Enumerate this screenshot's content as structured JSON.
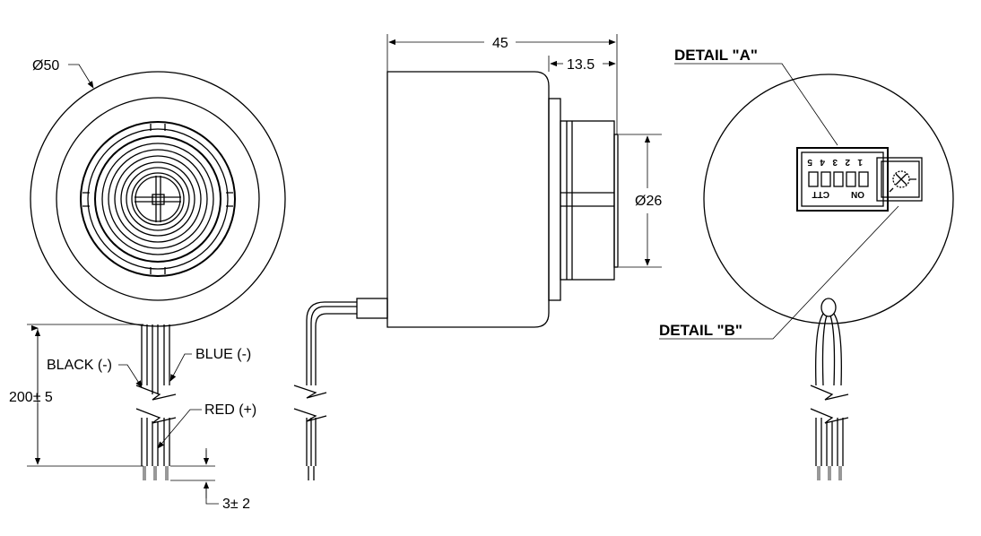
{
  "labels": {
    "diameter_50": "Ø50",
    "length_45": "45",
    "length_13_5": "13.5",
    "diameter_26": "Ø26",
    "wire_length": "200± 5",
    "strip_length": "3± 2",
    "black": "BLACK (-)",
    "blue": "BLUE (-)",
    "red": "RED (+)",
    "detail_a": "DETAIL \"A\"",
    "detail_b": "DETAIL \"B\""
  },
  "dip_switch": {
    "numbers": [
      "1",
      "2",
      "3",
      "4",
      "5"
    ],
    "on_label": "ON",
    "ctt_label": "CTT"
  }
}
